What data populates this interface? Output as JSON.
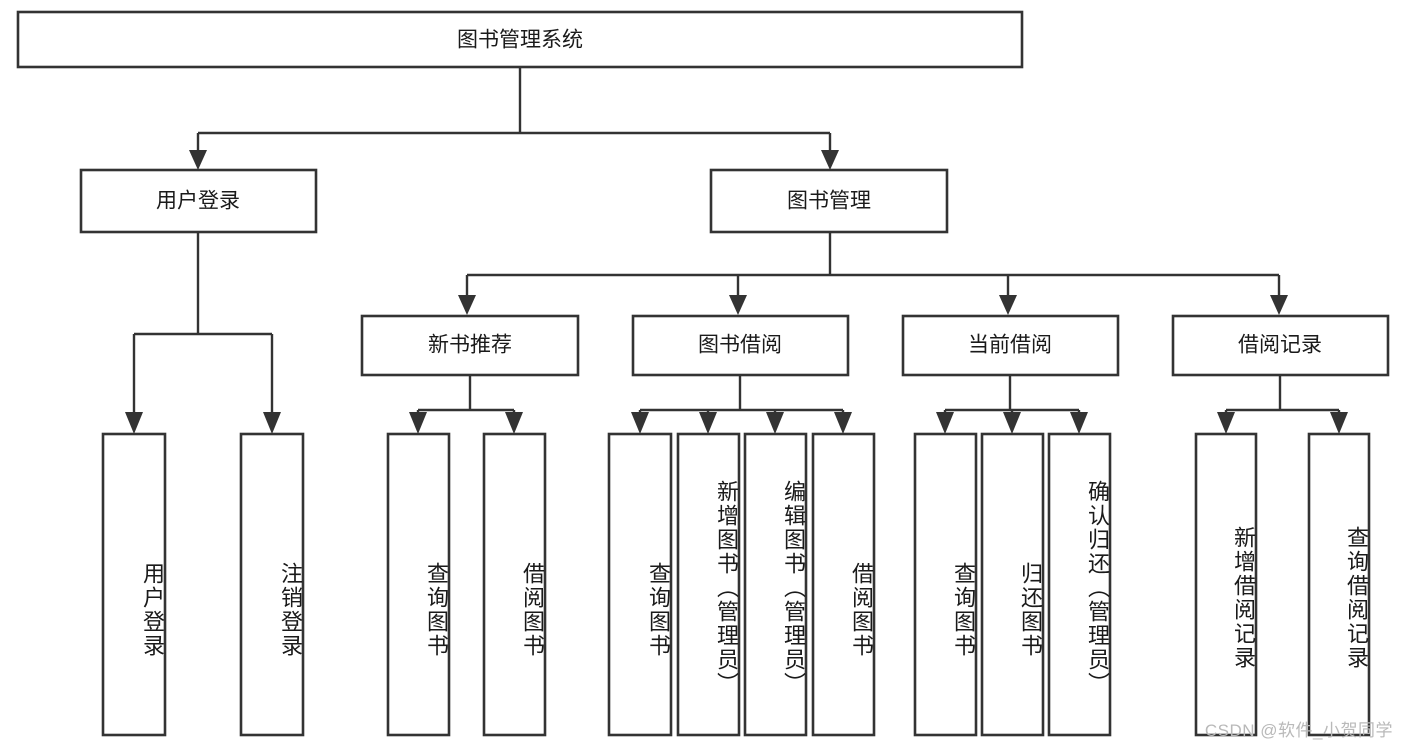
{
  "diagram": {
    "title": "图书管理系统",
    "type": "tree-hierarchy",
    "watermark": "CSDN @软件_小贺同学",
    "colors": {
      "stroke": "#333333",
      "box_fill": "#ffffff",
      "text": "#1a1a1a",
      "watermark": "#b9b9b9",
      "background": "#ffffff"
    },
    "root": {
      "label": "图书管理系统"
    },
    "level2": [
      {
        "label": "用户登录"
      },
      {
        "label": "图书管理"
      }
    ],
    "level3": [
      {
        "label": "新书推荐"
      },
      {
        "label": "图书借阅"
      },
      {
        "label": "当前借阅"
      },
      {
        "label": "借阅记录"
      }
    ],
    "leaves": {
      "user_login": [
        {
          "label": "用户登录"
        },
        {
          "label": "注销登录"
        }
      ],
      "new_book_recommend": [
        {
          "label": "查询图书"
        },
        {
          "label": "借阅图书"
        }
      ],
      "book_borrow": [
        {
          "label": "查询图书"
        },
        {
          "label": "新增图书（管理员）"
        },
        {
          "label": "编辑图书（管理员）"
        },
        {
          "label": "借阅图书"
        }
      ],
      "current_borrow": [
        {
          "label": "查询图书"
        },
        {
          "label": "归还图书"
        },
        {
          "label": "确认归还（管理员）"
        }
      ],
      "borrow_record": [
        {
          "label": "新增借阅记录"
        },
        {
          "label": "查询借阅记录"
        }
      ]
    }
  }
}
